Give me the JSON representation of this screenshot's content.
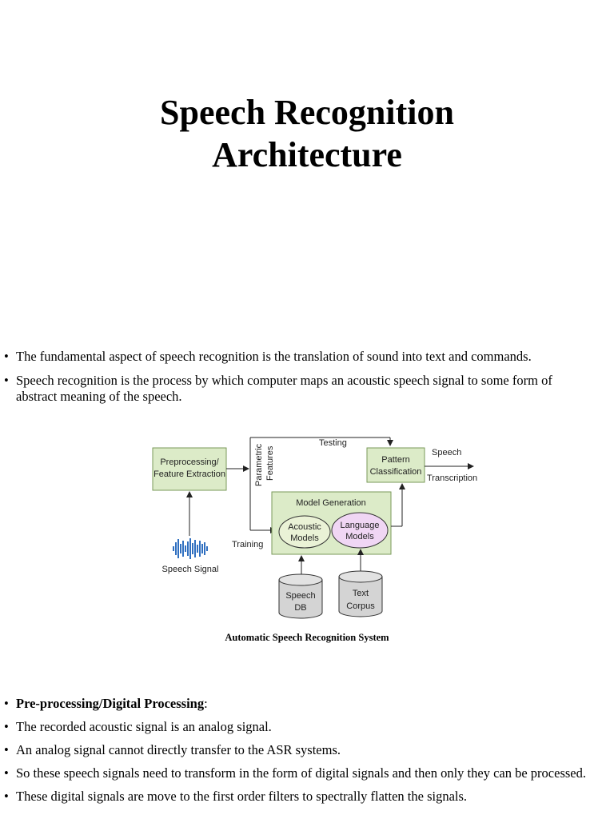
{
  "title": {
    "line1": "Speech Recognition",
    "line2": "Architecture"
  },
  "intro_bullets": [
    "The fundamental aspect of speech recognition is the translation of sound into text and commands.",
    "Speech recognition is the process by which computer maps an acoustic speech signal to some form of abstract meaning of the speech."
  ],
  "diagram": {
    "preprocessing_line1": "Preprocessing/",
    "preprocessing_line2": "Feature Extraction",
    "speech_signal": "Speech Signal",
    "parametric_line1": "Parametric",
    "parametric_line2": "Features",
    "testing": "Testing",
    "training": "Training",
    "pattern_line1": "Pattern",
    "pattern_line2": "Classification",
    "speech_out": "Speech",
    "transcription": "Transcription",
    "model_generation": "Model Generation",
    "acoustic_line1": "Acoustic",
    "acoustic_line2": "Models",
    "language_line1": "Language",
    "language_line2": "Models",
    "speechdb_line1": "Speech",
    "speechdb_line2": "DB",
    "textcorpus_line1": "Text",
    "textcorpus_line2": "Corpus",
    "colors": {
      "box_fill": "#dcebc8",
      "box_stroke": "#7a9a5a",
      "acoustic_fill": "#eaf2d6",
      "language_fill": "#f0d6f4",
      "cylinder_fill": "#d4d4d4",
      "waveform": "#2f6fc0"
    }
  },
  "caption": "Automatic Speech Recognition System",
  "processing_bullets": {
    "heading": "Pre-processing/Digital Processing",
    "heading_suffix": ":",
    "items": [
      "The recorded acoustic signal is an analog signal.",
      "An analog signal cannot directly transfer to the ASR systems.",
      "So these speech signals need to transform in the form of digital signals and then only they can be processed.",
      "These digital signals are move to the first order filters to spectrally flatten the signals."
    ]
  }
}
